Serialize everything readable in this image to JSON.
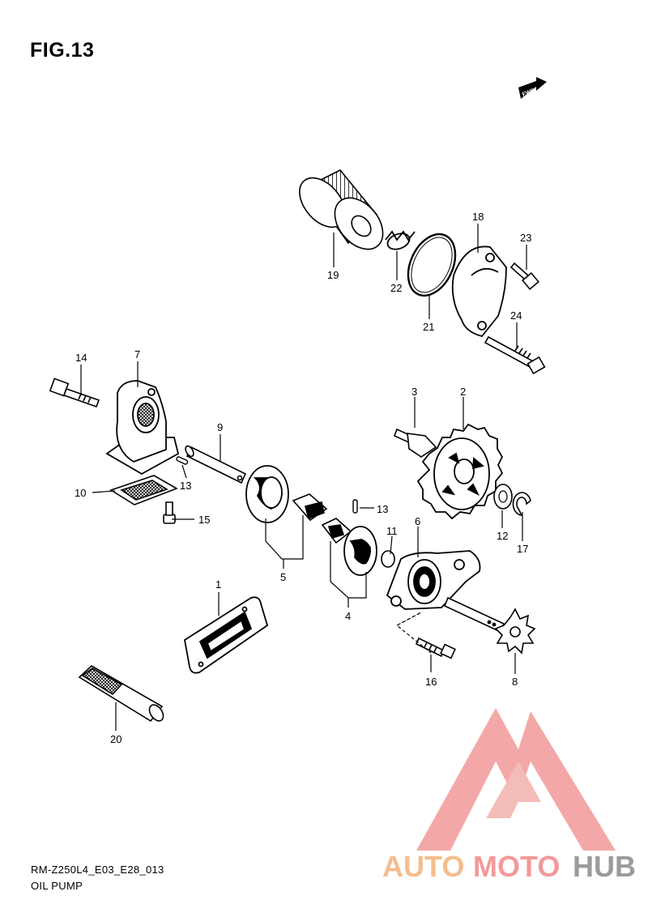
{
  "figure_title": "FIG.13",
  "fwd_label": "FWD",
  "footer": {
    "diagram_code": "RM-Z250L4_E03_E28_013",
    "section_title": "OIL PUMP"
  },
  "watermark": {
    "part1": "AUTO",
    "part2": "MOTO",
    "part3": "HUB",
    "color_light": "#f4b27a",
    "color_mid": "#f2888a",
    "color_dark": "#8a8a8a"
  },
  "callouts": [
    {
      "id": "c1",
      "label": "1"
    },
    {
      "id": "c2",
      "label": "2"
    },
    {
      "id": "c3",
      "label": "3"
    },
    {
      "id": "c4",
      "label": "4"
    },
    {
      "id": "c5",
      "label": "5"
    },
    {
      "id": "c6",
      "label": "6"
    },
    {
      "id": "c7",
      "label": "7"
    },
    {
      "id": "c8",
      "label": "8"
    },
    {
      "id": "c9",
      "label": "9"
    },
    {
      "id": "c10",
      "label": "10"
    },
    {
      "id": "c11",
      "label": "11"
    },
    {
      "id": "c12",
      "label": "12"
    },
    {
      "id": "c13a",
      "label": "13"
    },
    {
      "id": "c13b",
      "label": "13"
    },
    {
      "id": "c14",
      "label": "14"
    },
    {
      "id": "c15",
      "label": "15"
    },
    {
      "id": "c16",
      "label": "16"
    },
    {
      "id": "c17",
      "label": "17"
    },
    {
      "id": "c18",
      "label": "18"
    },
    {
      "id": "c19",
      "label": "19"
    },
    {
      "id": "c20",
      "label": "20"
    },
    {
      "id": "c21",
      "label": "21"
    },
    {
      "id": "c22",
      "label": "22"
    },
    {
      "id": "c23",
      "label": "23"
    },
    {
      "id": "c24",
      "label": "24"
    }
  ]
}
